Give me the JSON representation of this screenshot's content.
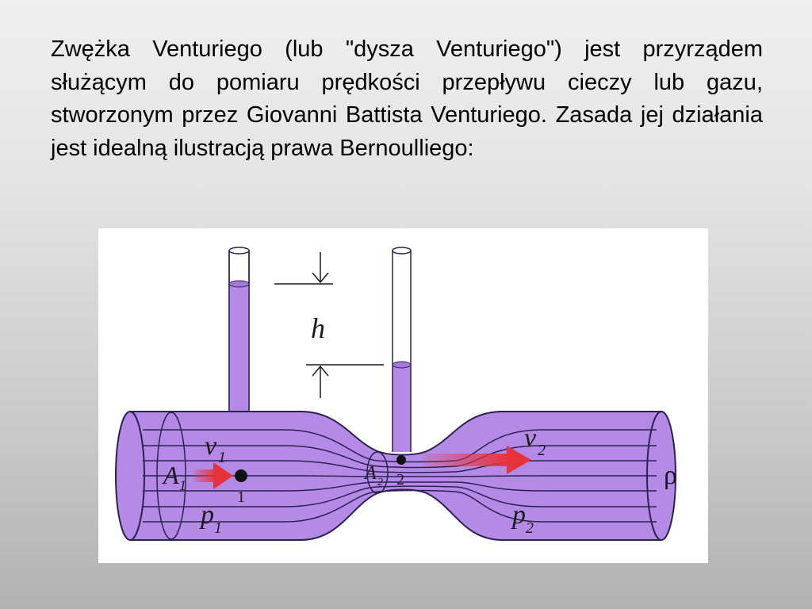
{
  "slide": {
    "paragraph": "Zwężka Venturiego (lub \"dysza Venturiego\") jest przyrządem służącym do pomiaru prędkości przepływu cieczy lub gazu, stworzonym przez Giovanni Battista Venturiego. Zasada jej działania jest idealną ilustracją prawa Bernoulliego:"
  },
  "diagram": {
    "height_label": "h",
    "velocity_1": "v",
    "velocity_1_sub": "1",
    "velocity_2": "v",
    "velocity_2_sub": "2",
    "area_1": "A",
    "area_1_sub": "1",
    "area_2": "A",
    "area_2_sub": "2",
    "pressure_1": "p",
    "pressure_1_sub": "1",
    "pressure_2": "p",
    "pressure_2_sub": "2",
    "point_1": "1",
    "point_2": "2",
    "density_symbol": "ρ",
    "colors": {
      "fluid": "#b48ae6",
      "outline": "#2a2350",
      "arrow": "#e8323a"
    }
  }
}
